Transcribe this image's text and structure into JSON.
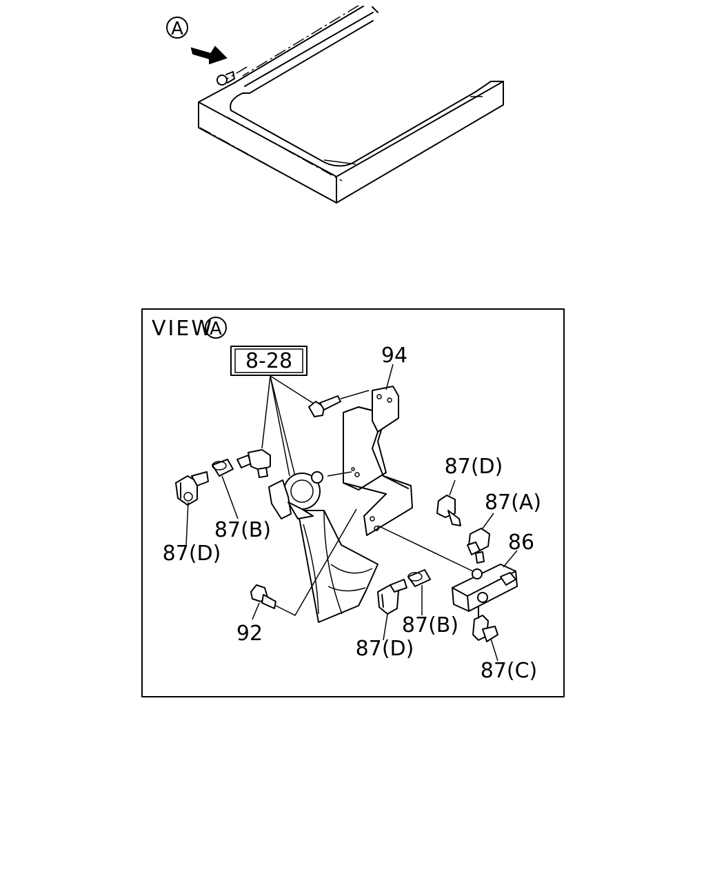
{
  "top_view": {
    "marker": "A"
  },
  "view_box": {
    "title_prefix": "VIEW",
    "title_marker": "A",
    "reference_box": "8-28"
  },
  "callouts": {
    "p94": "94",
    "p86": "86",
    "p92": "92",
    "p87D_upper_right": "87(D)",
    "p87A": "87(A)",
    "p87B_left": "87(B)",
    "p87D_left": "87(D)",
    "p87B_right": "87(B)",
    "p87D_bottom": "87(D)",
    "p87C": "87(C)"
  }
}
